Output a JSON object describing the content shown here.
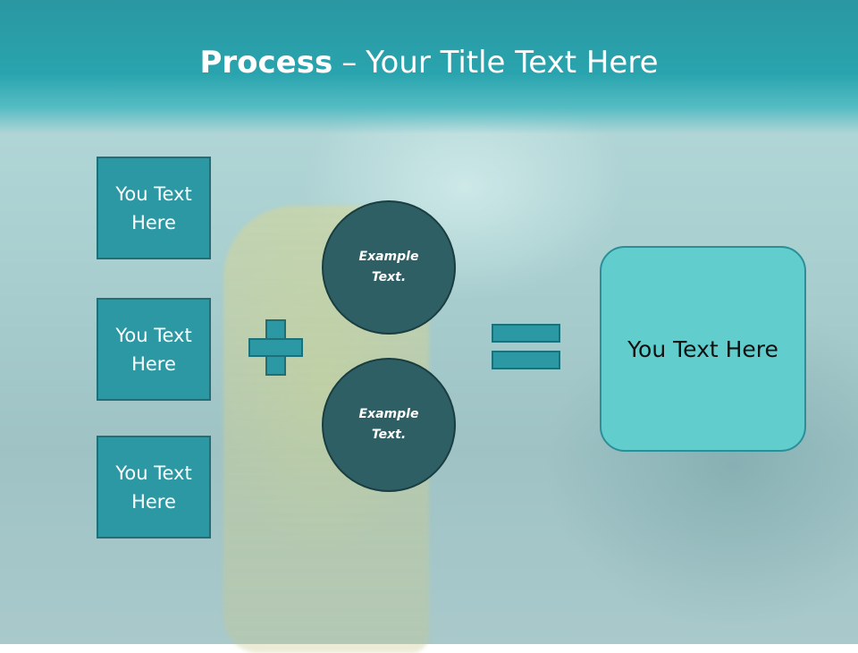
{
  "slide": {
    "title_bold": "Process",
    "title_separator": "–",
    "title_rest": "Your Title Text Here"
  },
  "left_boxes": [
    {
      "label": "You Text Here"
    },
    {
      "label": "You Text Here"
    },
    {
      "label": "You Text Here"
    }
  ],
  "circles": [
    {
      "label": "Example Text."
    },
    {
      "label": "Example Text."
    }
  ],
  "result_box": {
    "label": "You Text Here"
  },
  "colors": {
    "accent": "#2b98a4",
    "header": "#29a4ae",
    "circle": "#2d5f64",
    "result": "#62cdcd"
  }
}
